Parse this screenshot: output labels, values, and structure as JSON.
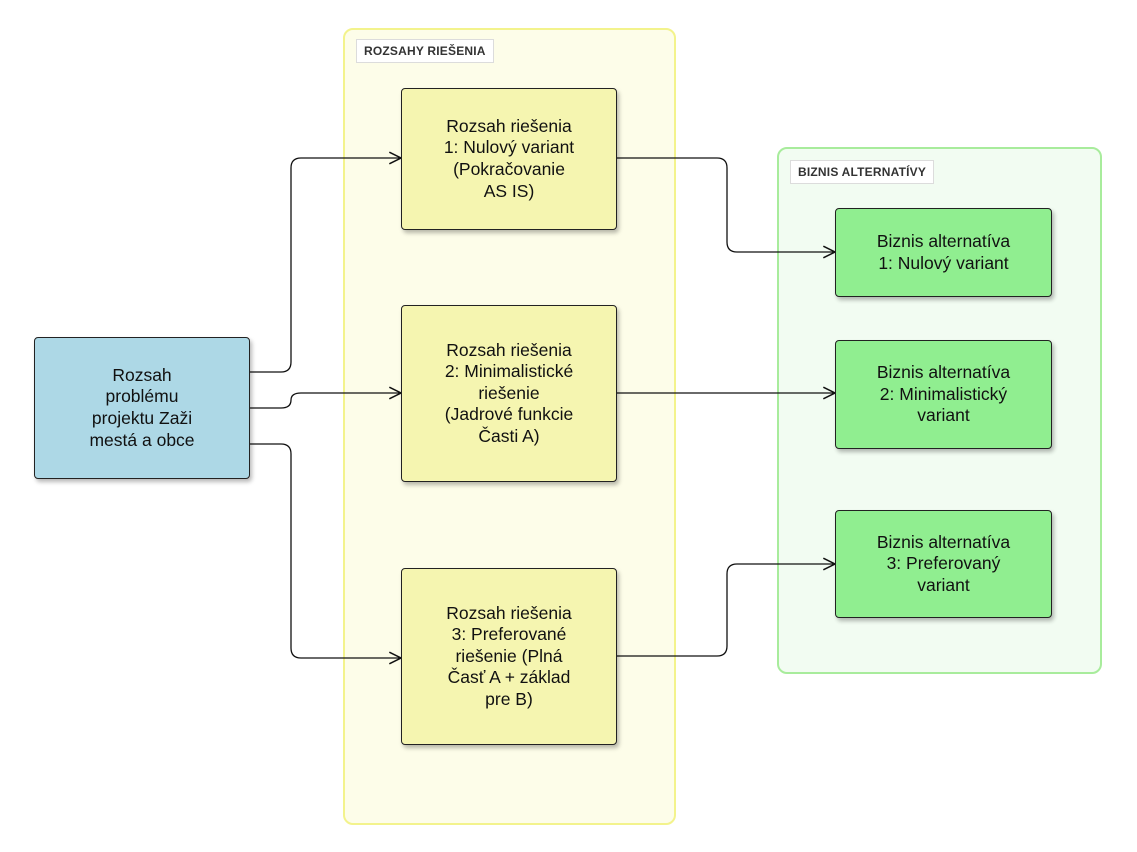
{
  "groups": {
    "scopes_label": "ROZSAHY RIEŠENIA",
    "alternatives_label": "BIZNIS ALTERNATÍVY"
  },
  "nodes": {
    "problem": "Rozsah\nproblému\nprojektu Zaži\nmestá a obce",
    "scope1": "Rozsah riešenia\n1: Nulový variant\n(Pokračovanie\nAS IS)",
    "scope2": "Rozsah riešenia\n2: Minimalistické\nriešenie\n(Jadrové funkcie\nČasti A)",
    "scope3": "Rozsah riešenia\n3: Preferované\nriešenie (Plná\nČasť A + základ\npre B)",
    "alt1": "Biznis alternatíva\n1: Nulový variant",
    "alt2": "Biznis alternatíva\n2: Minimalistický\nvariant",
    "alt3": "Biznis alternatíva\n3: Preferovaný\nvariant"
  },
  "colors": {
    "problem_fill": "#add8e6",
    "scope_fill": "#f5f5b0",
    "alternative_fill": "#90ee90",
    "scopes_group_border": "#f3f38c",
    "alternatives_group_border": "#a8ec9c"
  }
}
